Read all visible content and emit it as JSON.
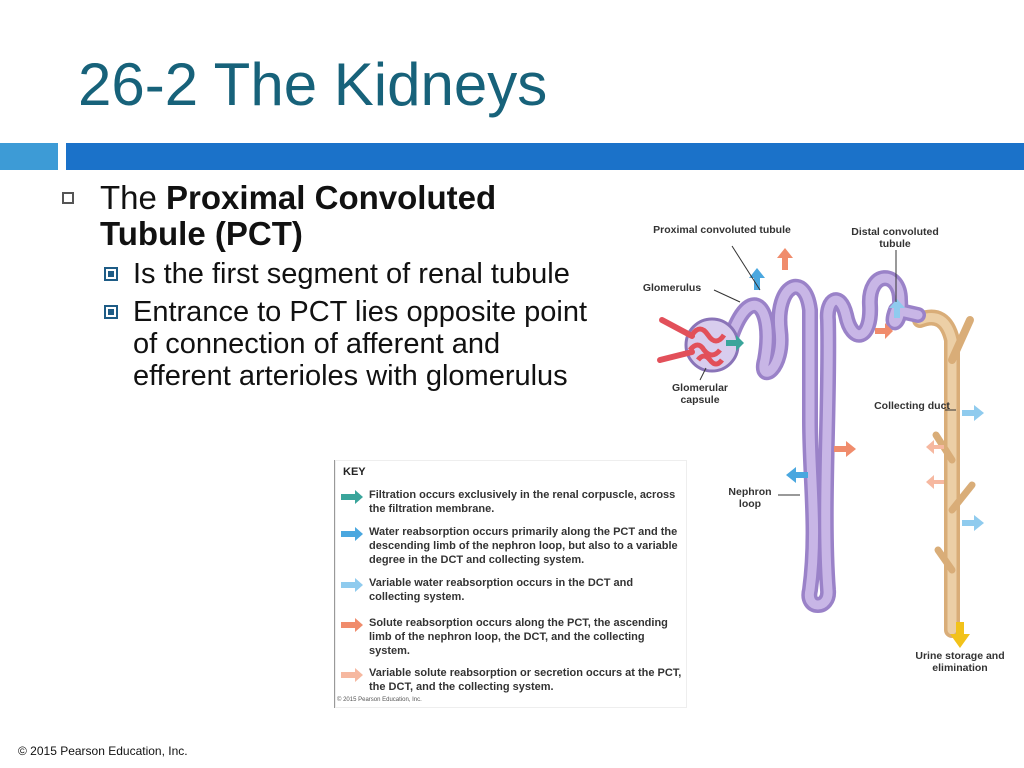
{
  "slide": {
    "title": "26-2 The Kidneys",
    "bullet1": {
      "prefix": "The ",
      "bold": "Proximal Convoluted Tubule (PCT)"
    },
    "sub1": "Is the first segment of renal tubule",
    "sub2": "Entrance to PCT lies opposite point of connection of afferent and efferent arterioles with glomerulus",
    "footer": "© 2015 Pearson Education, Inc."
  },
  "figure": {
    "labels": {
      "pct": "Proximal convoluted tubule",
      "dct": "Distal convoluted tubule",
      "glomerulus": "Glomerulus",
      "capsule": "Glomerular capsule",
      "collecting": "Collecting duct",
      "loop": "Nephron loop",
      "urine": "Urine storage and elimination"
    },
    "key": {
      "title": "KEY",
      "items": [
        {
          "text": "Filtration occurs exclusively in the renal corpuscle, across the filtration membrane.",
          "color": "#3aa59b"
        },
        {
          "text": "Water reabsorption occurs primarily along the PCT and the descending limb of the nephron loop, but also to a variable degree in the DCT and collecting system.",
          "color": "#4aa7df"
        },
        {
          "text": "Variable water reabsorption occurs in the DCT and collecting system.",
          "color": "#8fcbee"
        },
        {
          "text": "Solute reabsorption occurs along the PCT, the ascending limb of the nephron loop, the DCT, and the collecting system.",
          "color": "#f08c6c"
        },
        {
          "text": "Variable solute reabsorption or secretion occurs at the PCT, the DCT, and the collecting system.",
          "color": "#f6b8a0"
        }
      ],
      "copyright": "© 2015 Pearson Education, Inc."
    },
    "colors": {
      "tubule": "#b8a4dc",
      "collecting": "#e7c59a",
      "glomerulus": "#e2505a",
      "urine_arrow": "#f2c21a"
    }
  }
}
